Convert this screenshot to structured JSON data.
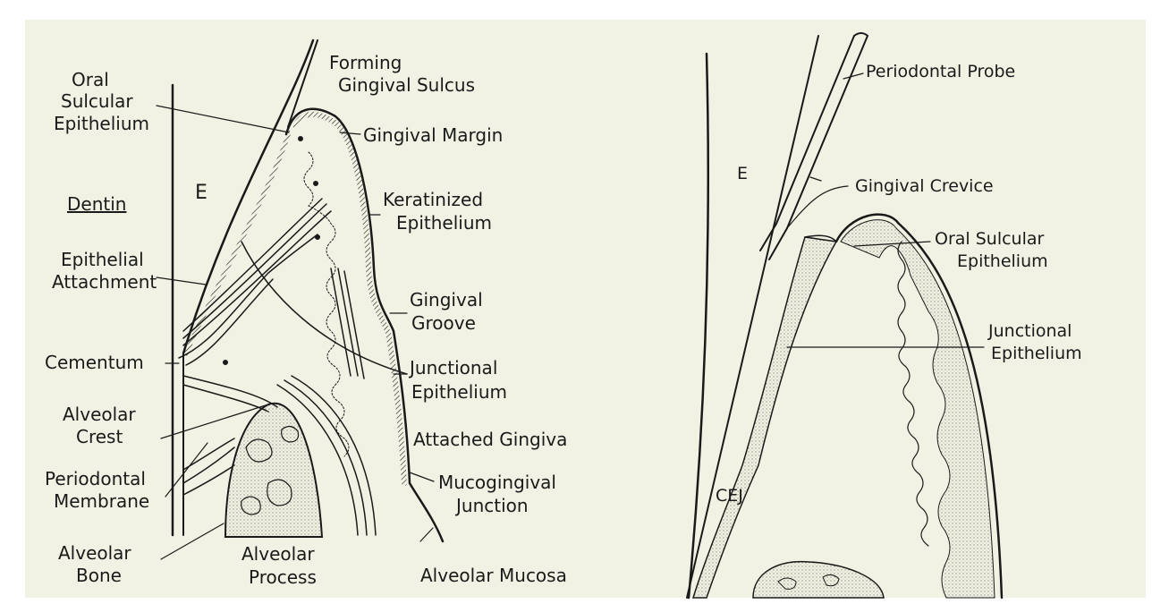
{
  "colors": {
    "paper": "#f2f2e4",
    "ink": "#1a1a1a",
    "stipple": "#bdbdb2"
  },
  "left_diagram": {
    "labels": {
      "oral_sulcular_epithelium": [
        "Oral",
        "Sulcular",
        "Epithelium"
      ],
      "dentin": "Dentin",
      "epithelial_attachment": [
        "Epithelial",
        "Attachment"
      ],
      "cementum": "Cementum",
      "alveolar_crest": [
        "Alveolar",
        "Crest"
      ],
      "periodontal_membrane": [
        "Periodontal",
        "Membrane"
      ],
      "alveolar_bone": [
        "Alveolar",
        "Bone"
      ],
      "enamel": "E",
      "forming_gingival_sulcus": [
        "Forming",
        "Gingival Sulcus"
      ],
      "gingival_margin": "Gingival Margin",
      "keratinized_epithelium": [
        "Keratinized",
        "Epithelium"
      ],
      "gingival_groove": [
        "Gingival",
        "Groove"
      ],
      "junctional_epithelium": [
        "Junctional",
        "Epithelium"
      ],
      "attached_gingiva": "Attached Gingiva",
      "mucogingival_junction": [
        "Mucogingival",
        "Junction"
      ],
      "alveolar_process": [
        "Alveolar",
        "Process"
      ],
      "alveolar_mucosa": "Alveolar Mucosa"
    }
  },
  "right_diagram": {
    "labels": {
      "periodontal_probe": "Periodontal Probe",
      "enamel": "E",
      "gingival_crevice": "Gingival Crevice",
      "oral_sulcular_epithelium": [
        "Oral Sulcular",
        "Epithelium"
      ],
      "junctional_epithelium": [
        "Junctional",
        "Epithelium"
      ],
      "cej": "CEJ"
    }
  }
}
